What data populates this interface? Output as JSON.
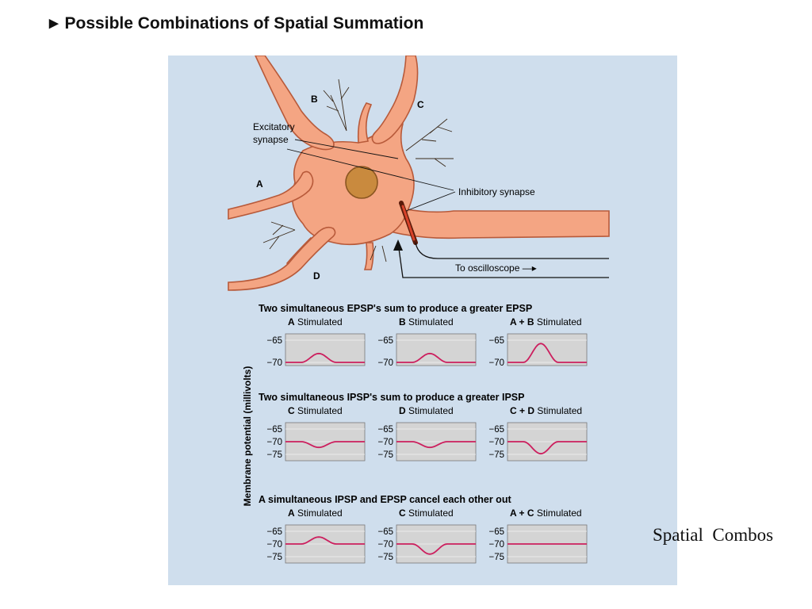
{
  "title": "Possible Combinations of Spatial Summation",
  "caption": "Spatial  Combos",
  "neuron": {
    "labels": {
      "a": "A",
      "b": "B",
      "c": "C",
      "d": "D"
    },
    "excitatory_line1": "Excitatory",
    "excitatory_line2": "synapse",
    "inhibitory": "Inhibitory synapse",
    "oscilloscope": "To oscilloscope —▸"
  },
  "y_axis_label": "Membrane potential (millivolts)",
  "colors": {
    "panel_bg": "#cfdeed",
    "neuron_fill": "#f4a583",
    "neuron_stroke": "#b85a3a",
    "trace": "#cc1f5e",
    "plot_bg": "#d4d4d4"
  },
  "sections": [
    {
      "heading": "Two simultaneous EPSP's sum to produce a greater EPSP",
      "ticks": [
        "−65",
        "−70"
      ],
      "plots": [
        {
          "bold": "A",
          "rest": " Stimulated",
          "kind": "epsp",
          "amplitude": 0.4
        },
        {
          "bold": "B",
          "rest": " Stimulated",
          "kind": "epsp",
          "amplitude": 0.4
        },
        {
          "bold": "A + B",
          "rest": " Stimulated",
          "kind": "epsp",
          "amplitude": 0.85
        }
      ]
    },
    {
      "heading": "Two simultaneous IPSP's sum to produce a greater IPSP",
      "ticks": [
        "−65",
        "−70",
        "−75"
      ],
      "plots": [
        {
          "bold": "C",
          "rest": " Stimulated",
          "kind": "ipsp",
          "amplitude": 0.45
        },
        {
          "bold": "D",
          "rest": " Stimulated",
          "kind": "ipsp",
          "amplitude": 0.45
        },
        {
          "bold": "C + D",
          "rest": " Stimulated",
          "kind": "ipsp",
          "amplitude": 0.95
        }
      ]
    },
    {
      "heading": "A simultaneous IPSP and EPSP cancel each other out",
      "ticks": [
        "−65",
        "−70",
        "−75"
      ],
      "plots": [
        {
          "bold": "A",
          "rest": " Stimulated",
          "kind": "epsp",
          "amplitude": 0.55
        },
        {
          "bold": "C",
          "rest": " Stimulated",
          "kind": "ipsp",
          "amplitude": 0.8
        },
        {
          "bold": "A + C",
          "rest": " Stimulated",
          "kind": "flat",
          "amplitude": 0
        }
      ]
    }
  ]
}
